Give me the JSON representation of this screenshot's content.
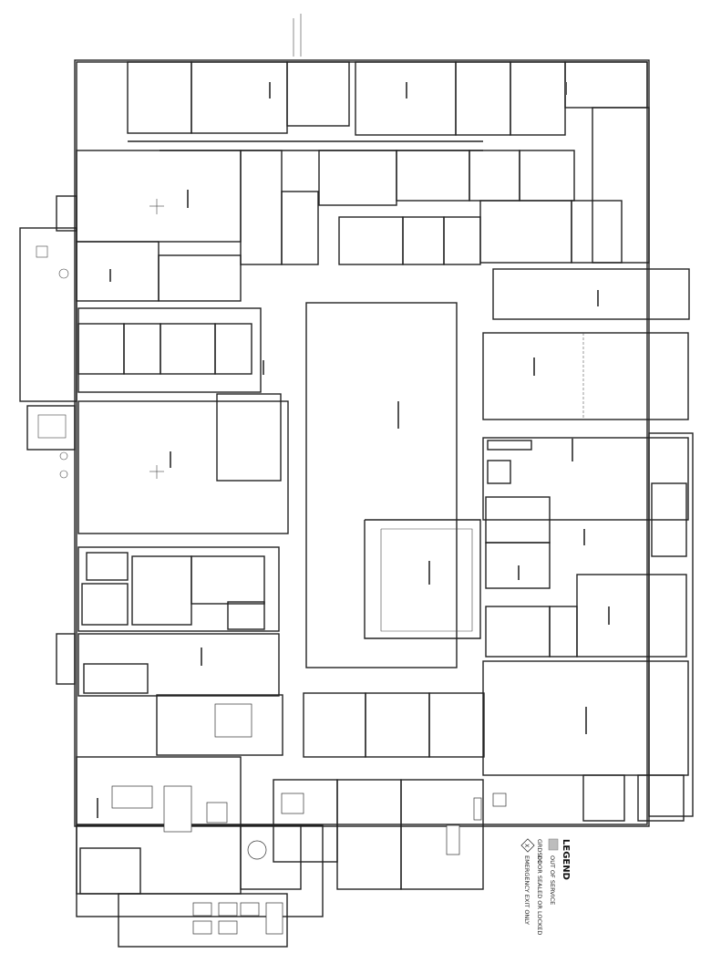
{
  "legend": {
    "title": "LEGEND",
    "out_of_service": "OUT OF SERVICE",
    "door_sealed": "DOOR SEALED OR LOCKED",
    "door_sealed_code": "GRDS01",
    "emergency_exit": "EMERGENCY EXIT ONLY",
    "emergency_exit_code": "X"
  },
  "colors": {
    "wall": "#222222",
    "out_of_service": "#bdbdbd",
    "background": "#ffffff"
  }
}
